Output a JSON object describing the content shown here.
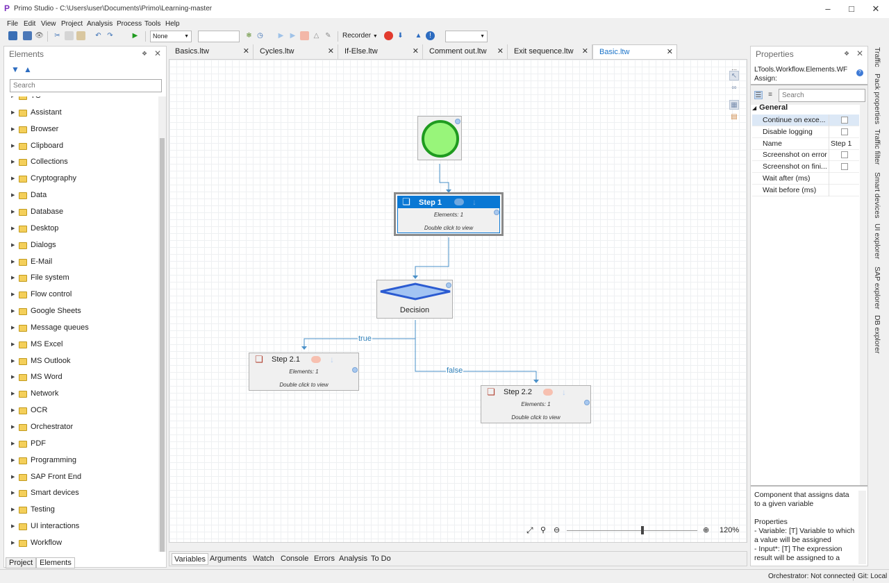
{
  "window": {
    "title": "Primo Studio - C:\\Users\\user\\Documents\\Primo\\Learning-master",
    "icon": "primo-logo-icon",
    "controls": [
      "minimize",
      "maximize",
      "close"
    ]
  },
  "menu": [
    "File",
    "Edit",
    "View",
    "Project",
    "Analysis",
    "Process",
    "Tools",
    "Help"
  ],
  "toolbar": {
    "mode_select": "None",
    "text_box": "",
    "recorder_label": "Recorder",
    "right_select": ""
  },
  "elements_panel": {
    "title": "Elements",
    "search_placeholder": "Search",
    "items": [
      "TC",
      "Assistant",
      "Browser",
      "Clipboard",
      "Collections",
      "Cryptography",
      "Data",
      "Database",
      "Desktop",
      "Dialogs",
      "E-Mail",
      "File system",
      "Flow control",
      "Google Sheets",
      "Message queues",
      "MS Excel",
      "MS Outlook",
      "MS Word",
      "Network",
      "OCR",
      "Orchestrator",
      "PDF",
      "Programming",
      "SAP Front End",
      "Smart devices",
      "Testing",
      "UI interactions",
      "Workflow"
    ],
    "bottom_tabs": [
      "Project",
      "Elements"
    ]
  },
  "doc_tabs": [
    {
      "label": "Basics.ltw"
    },
    {
      "label": "Cycles.ltw"
    },
    {
      "label": "If-Else.ltw"
    },
    {
      "label": "Comment out.ltw"
    },
    {
      "label": "Exit sequence.ltw"
    },
    {
      "label": "Basic.ltw",
      "active": true
    }
  ],
  "canvas": {
    "step1": {
      "title": "Step 1",
      "elements": "Elements: 1",
      "hint": "Double click to view"
    },
    "decision": {
      "label": "Decision"
    },
    "edge_true": "true",
    "edge_false": "false",
    "step21": {
      "title": "Step 2.1",
      "elements": "Elements: 1",
      "hint": "Double click to view"
    },
    "step22": {
      "title": "Step 2.2",
      "elements": "Elements: 1",
      "hint": "Double click to view"
    },
    "zoom_label": "120%",
    "zoom_level": 120
  },
  "editor_bottom_tabs": [
    "Variables",
    "Arguments",
    "Watch",
    "Console",
    "Errors",
    "Analysis",
    "To Do"
  ],
  "properties": {
    "title": "Properties",
    "type_line1": "LTools.Workflow.Elements.WF",
    "type_line2": "Assign:",
    "search_placeholder": "Search",
    "category": "General",
    "rows": [
      {
        "name": "Continue on exce...",
        "value": "",
        "checkbox": true
      },
      {
        "name": "Disable logging",
        "value": "",
        "checkbox": true
      },
      {
        "name": "Name",
        "value": "Step 1",
        "checkbox": false
      },
      {
        "name": "Screenshot on error",
        "value": "",
        "checkbox": true
      },
      {
        "name": "Screenshot on fini...",
        "value": "",
        "checkbox": true
      },
      {
        "name": "Wait after (ms)",
        "value": "",
        "checkbox": false
      },
      {
        "name": "Wait before (ms)",
        "value": "",
        "checkbox": false
      }
    ],
    "description": "Component that assigns data to a given variable\n\nProperties\n - Variable: [T] Variable to which a value will be assigned\n - Input*: [T] The expression result will be assigned to a"
  },
  "side_tabs": [
    "Traffic",
    "Pack properties",
    "Traffic filter",
    "Smart devices",
    "UI explorer",
    "SAP explorer",
    "DB explorer"
  ],
  "status": {
    "orchestrator": "Orchestrator: Not connected",
    "git": "Git: Local"
  },
  "colors": {
    "accent": "#1a73c8",
    "step_header_selected": "#0a78d4",
    "start_circle": "#98f57a",
    "decision_fill": "#a3c4f3",
    "edge": "#4a90c8"
  }
}
